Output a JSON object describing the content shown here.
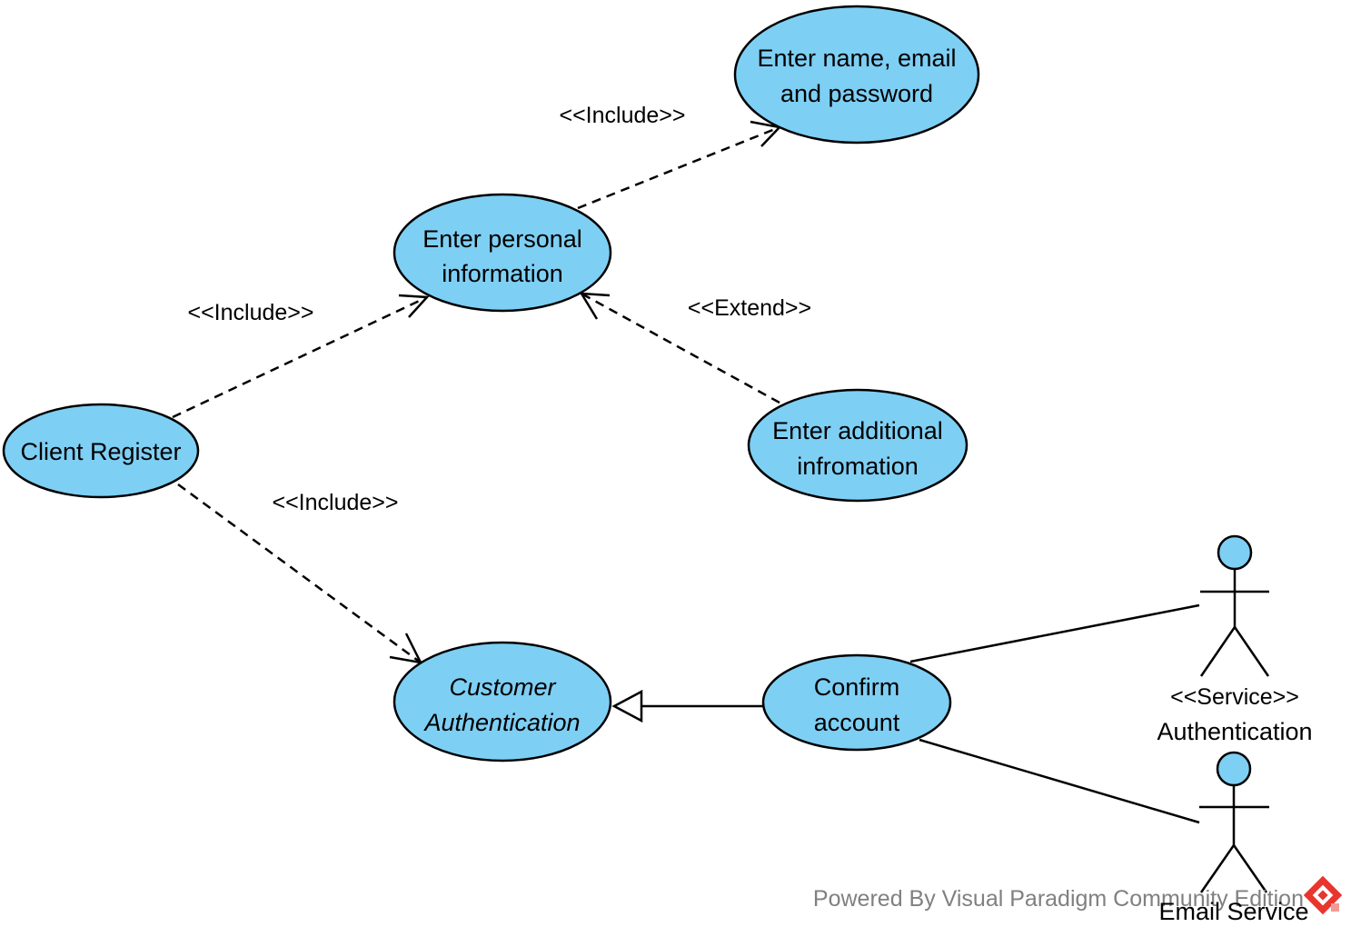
{
  "diagram": {
    "use_cases": {
      "client_register": {
        "lines": [
          "Client Register"
        ]
      },
      "enter_personal_info": {
        "lines": [
          "Enter personal",
          "information"
        ]
      },
      "enter_name_email_pw": {
        "lines": [
          "Enter name, email",
          "and password"
        ]
      },
      "enter_additional": {
        "lines": [
          "Enter additional",
          "infromation"
        ]
      },
      "customer_auth": {
        "lines": [
          "Customer",
          "Authentication"
        ],
        "abstract": true
      },
      "confirm_account": {
        "lines": [
          "Confirm",
          "account"
        ]
      }
    },
    "relations": {
      "include_1": "<<Include>>",
      "include_2": "<<Include>>",
      "include_3": "<<Include>>",
      "extend_1": "<<Extend>>"
    },
    "actors": {
      "auth_service": {
        "stereotype": "<<Service>>",
        "name": "Authentication"
      },
      "email_service": {
        "name": "Email Service"
      }
    },
    "watermark": "Powered By Visual Paradigm Community Edition",
    "colors": {
      "use_case_fill": "#7ecff4",
      "stroke": "#000000",
      "watermark_text": "#808080",
      "logo_red": "#e8352e"
    }
  }
}
